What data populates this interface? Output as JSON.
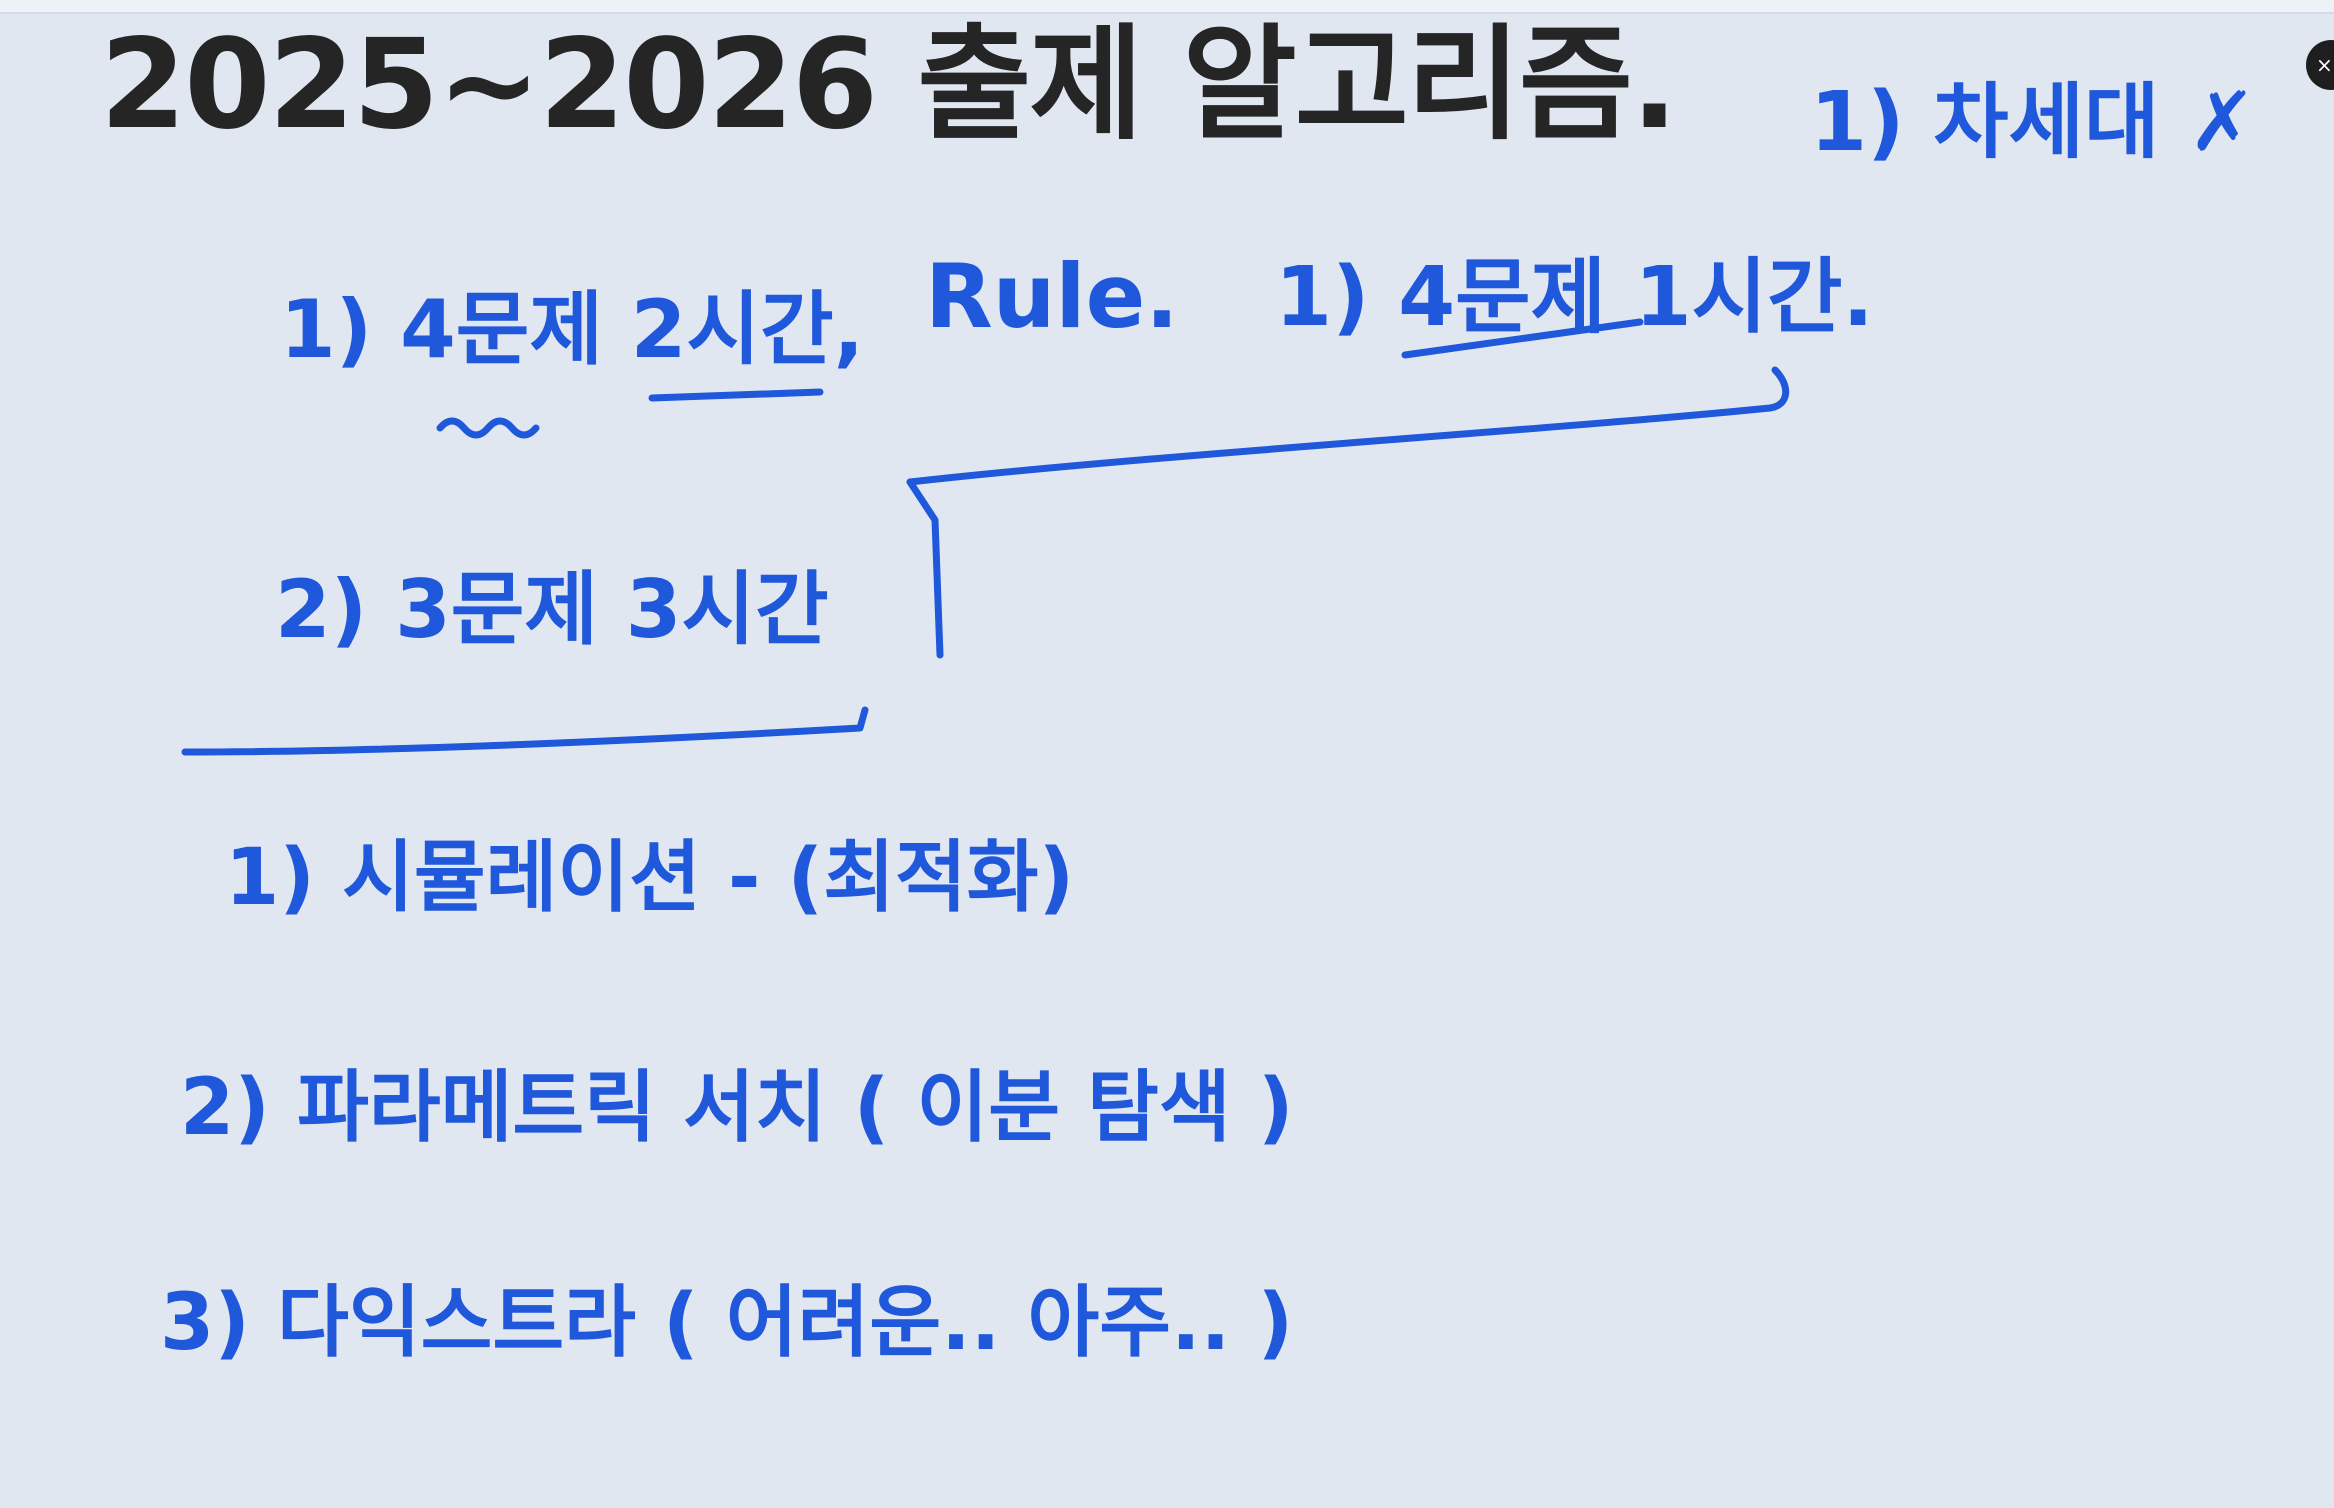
{
  "title": "2025~2026 출제 알고리즘.",
  "close_label": "×",
  "notes": {
    "top_right": "1) 차세대 ✗",
    "rule_1": "1) 4문제 2시간,",
    "rule_label": "Rule.",
    "rule_new": "1) 4문제 1시간.",
    "rule_2": "2) 3문제 3시간",
    "items": [
      "1) 시뮬레이션 - (최적화)",
      "2) 파라메트릭 서치 ( 이분 탐색 )",
      "3) 다익스트라 ( 어려운.. 아주.. )"
    ]
  },
  "colors": {
    "ink": "#2058db",
    "title": "#252525",
    "background": "#e1e7f0"
  }
}
